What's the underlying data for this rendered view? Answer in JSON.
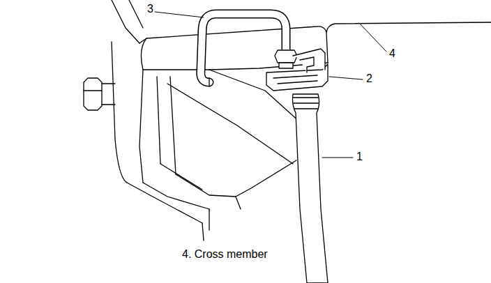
{
  "diagram": {
    "caption": "4. Cross member",
    "labels": [
      "3",
      "4",
      "2",
      "1"
    ]
  }
}
